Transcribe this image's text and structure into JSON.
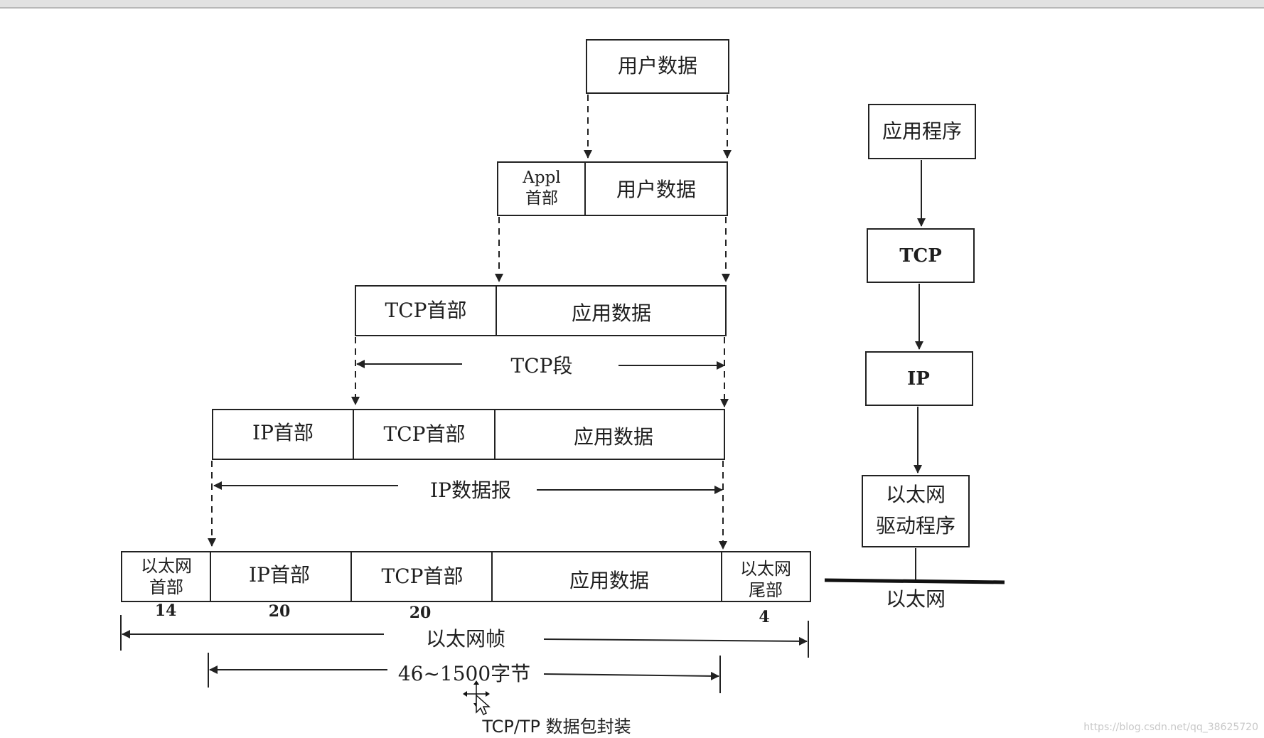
{
  "layer1": {
    "user_data": "用户数据"
  },
  "layer2": {
    "appl_header_line1": "Appl",
    "appl_header_line2": "首部",
    "user_data": "用户数据"
  },
  "layer3": {
    "tcp_header": "TCP首部",
    "app_data": "应用数据",
    "span_label": "TCP段"
  },
  "layer4": {
    "ip_header": "IP首部",
    "tcp_header": "TCP首部",
    "app_data": "应用数据",
    "span_label": "IP数据报"
  },
  "layer5": {
    "eth_header_line1": "以太网",
    "eth_header_line2": "首部",
    "ip_header": "IP首部",
    "tcp_header": "TCP首部",
    "app_data": "应用数据",
    "eth_trailer_line1": "以太网",
    "eth_trailer_line2": "尾部",
    "size_eth_header": "14",
    "size_ip_header": "20",
    "size_tcp_header": "20",
    "size_eth_trailer": "4",
    "frame_label": "以太网帧",
    "payload_label": "46~1500字节"
  },
  "stack": {
    "application": "应用程序",
    "tcp": "TCP",
    "ip": "IP",
    "driver_line1": "以太网",
    "driver_line2": "驱动程序",
    "network": "以太网"
  },
  "caption": "TCP/TP 数据包封装",
  "watermark": "https://blog.csdn.net/qq_38625720"
}
